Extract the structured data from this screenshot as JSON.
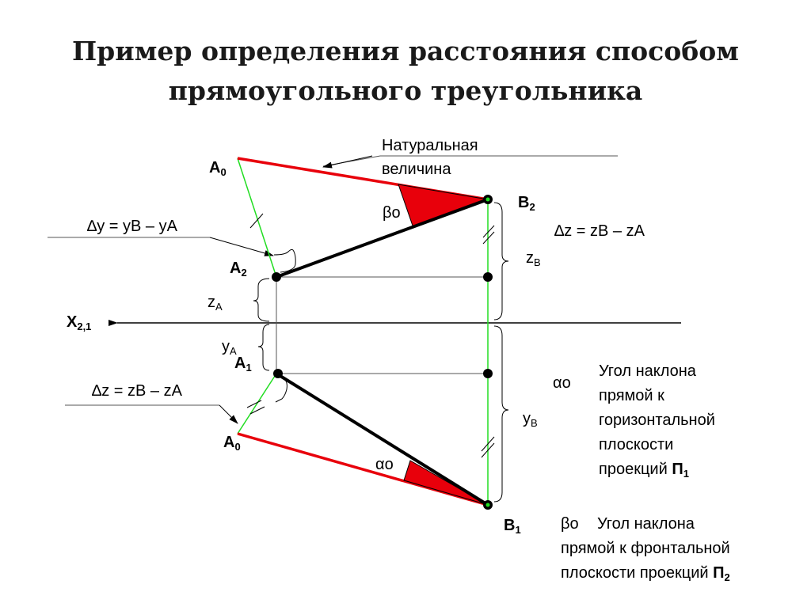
{
  "title": {
    "line1": "Пример определения расстояния способом",
    "line2": "прямоугольного треугольника"
  },
  "points": {
    "A0_top": {
      "main": "А",
      "sub": "0"
    },
    "B2": {
      "main": "В",
      "sub": "2"
    },
    "A2": {
      "main": "А",
      "sub": "2"
    },
    "X21": {
      "main": "Х",
      "sub": "2,1"
    },
    "A1": {
      "main": "А",
      "sub": "1"
    },
    "A0_bottom": {
      "main": "А",
      "sub": "0"
    },
    "B1": {
      "main": "В",
      "sub": "1"
    }
  },
  "labels": {
    "natural_size_line1": "Натуральная",
    "natural_size_line2": "величина",
    "delta_y": "∆y = yB – yA",
    "delta_z_top": "∆z = zB – zA",
    "delta_z_bottom": "∆z = zB – zA",
    "zA_main": "z",
    "zA_sub": "A",
    "zB_main": "z",
    "zB_sub": "B",
    "yA_main": "y",
    "yA_sub": "A",
    "yB_main": "y",
    "yB_sub": "B",
    "beta_angle": "βo",
    "alpha_angle": "αo"
  },
  "legend": {
    "alpha_symbol": "αo",
    "alpha_line1": "Угол наклона",
    "alpha_line2": "прямой к",
    "alpha_line3": "горизонтальной",
    "alpha_line4": "плоскости",
    "alpha_line5_main": "проекций ",
    "alpha_line5_bold": "П",
    "alpha_line5_sub": "1",
    "beta_symbol": "βo",
    "beta_line1": "Угол наклона",
    "beta_line2": "прямой к фронтальной",
    "beta_line3_main": "плоскости проекций ",
    "beta_line3_bold": "П",
    "beta_line3_sub": "2"
  },
  "colors": {
    "red": "#e8000b",
    "green": "#22dd22",
    "black": "#000000",
    "gray_line": "#555555"
  }
}
